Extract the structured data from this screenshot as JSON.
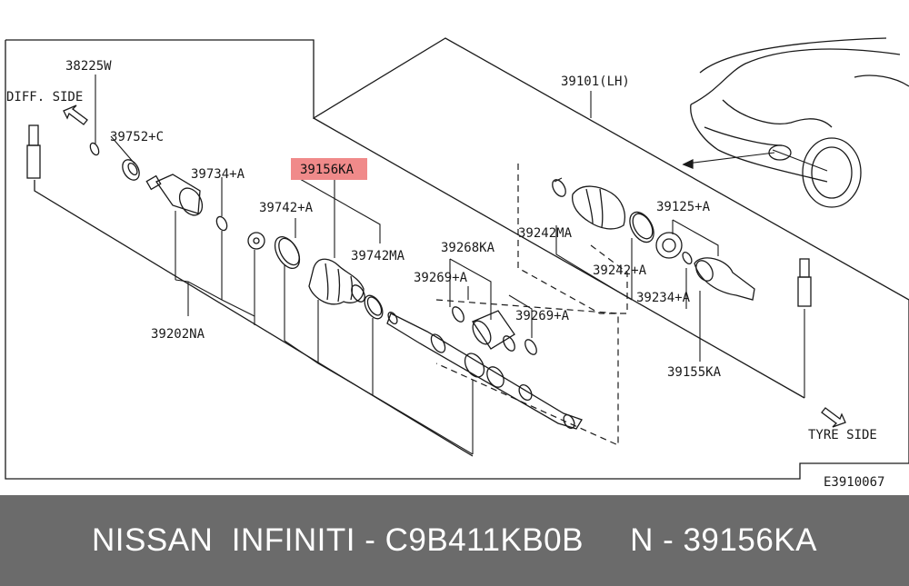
{
  "diagram": {
    "direction_labels": {
      "diff_side": "DIFF. SIDE",
      "tyre_side": "TYRE SIDE"
    },
    "figure_code": "E3910067",
    "highlight_color": "#f08a8a",
    "parts": {
      "p38225W": "38225W",
      "p39752C": "39752+C",
      "p39734A": "39734+A",
      "p39156KA": "39156KA",
      "p39742A": "39742+A",
      "p39742MA": "39742MA",
      "p39202NA": "39202NA",
      "p39268KA": "39268KA",
      "p39269A_top": "39269+A",
      "p39269A_bottom": "39269+A",
      "p39242MA": "39242MA",
      "p39242A": "39242+A",
      "p39101LH": "39101(LH)",
      "p39125A": "39125+A",
      "p39234A": "39234+A",
      "p39155KA": "39155KA"
    }
  },
  "footer": {
    "text": "NISSAN  INFINITI - C9B411KB0B     N - 39156KA"
  }
}
